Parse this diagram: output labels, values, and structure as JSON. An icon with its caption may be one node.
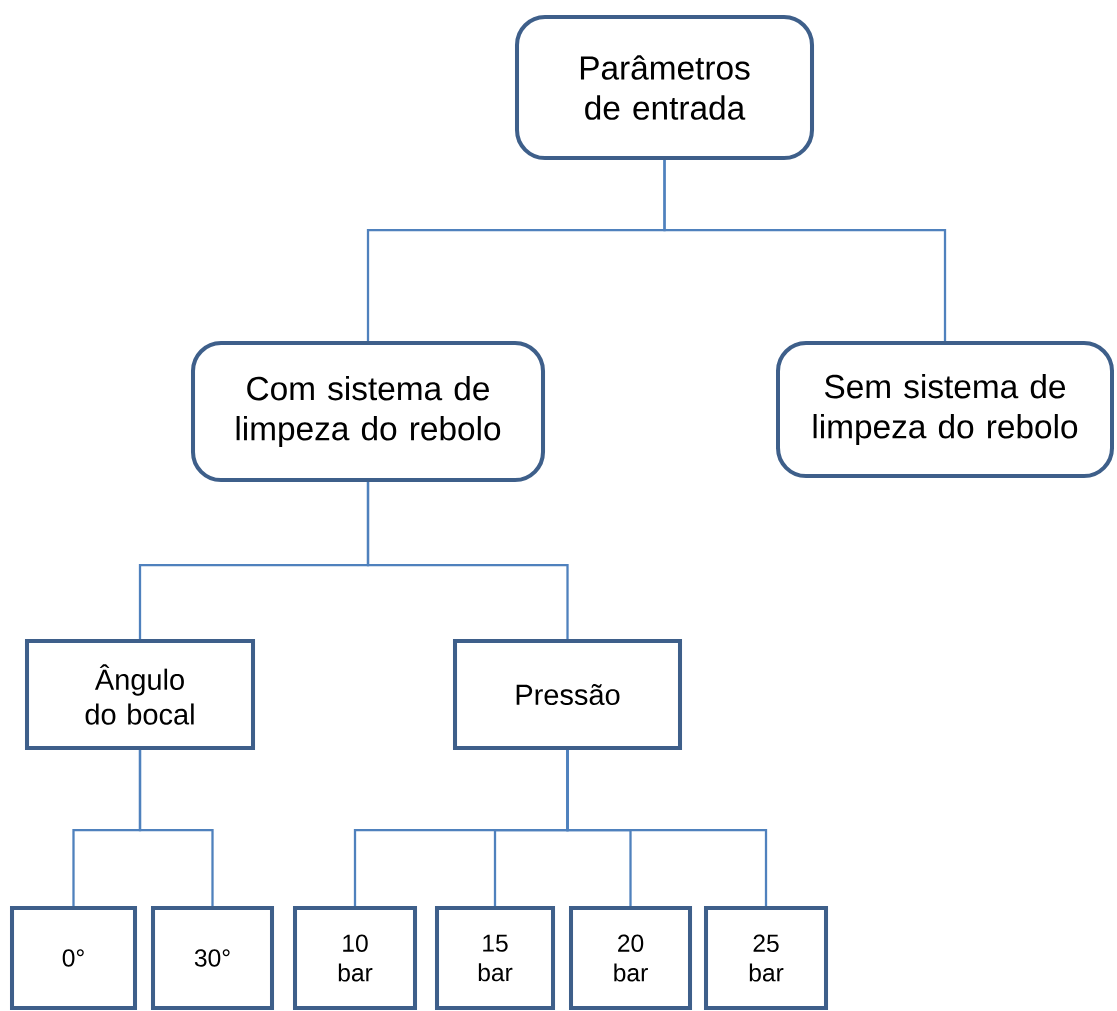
{
  "diagram": {
    "nodes": [
      {
        "text": [
          "Parâmetros de entrada"
        ]
      },
      {
        "text": [
          "Com sistema de limpeza do rebolo"
        ]
      },
      {
        "text": [
          "Sem sistema de limpeza do rebolo"
        ]
      },
      {
        "text": [
          "Ângulo do bocal"
        ]
      },
      {
        "text": [
          "Pressão"
        ]
      },
      {
        "text": [
          "0°"
        ]
      },
      {
        "text": [
          "30°"
        ]
      },
      {
        "text": [
          "10 bar"
        ]
      },
      {
        "text": [
          "15 bar"
        ]
      },
      {
        "text": [
          "20 bar"
        ]
      },
      {
        "text": [
          "25 bar"
        ]
      }
    ],
    "edges": [
      {
        "from": 0,
        "to": 1,
        "arrow": "none"
      },
      {
        "from": 0,
        "to": 2,
        "arrow": "none"
      },
      {
        "from": 1,
        "to": 3,
        "arrow": "none"
      },
      {
        "from": 1,
        "to": 4,
        "arrow": "none"
      },
      {
        "from": 3,
        "to": 5,
        "arrow": "none"
      },
      {
        "from": 3,
        "to": 6,
        "arrow": "none"
      },
      {
        "from": 4,
        "to": 7,
        "arrow": "none"
      },
      {
        "from": 4,
        "to": 8,
        "arrow": "none"
      },
      {
        "from": 4,
        "to": 9,
        "arrow": "none"
      },
      {
        "from": 4,
        "to": 10,
        "arrow": "none"
      }
    ]
  }
}
